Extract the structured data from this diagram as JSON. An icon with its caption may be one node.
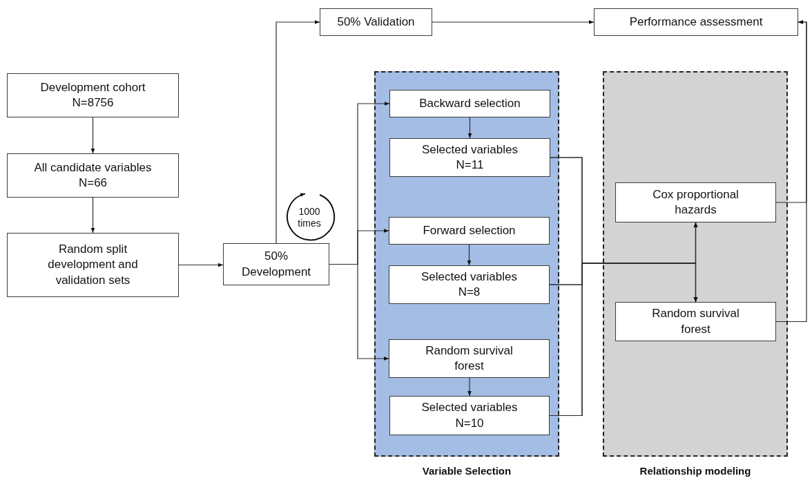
{
  "diagram": {
    "nodes": [
      {
        "text": [
          "Development cohort N=8756"
        ]
      },
      {
        "text": [
          "All candidate variables N=66"
        ]
      },
      {
        "text": [
          "Random split development and validation sets"
        ]
      },
      {
        "text": [
          "50% Development"
        ]
      },
      {
        "text": [
          "50% Validation"
        ]
      },
      {
        "text": [
          "Performance assessment"
        ]
      },
      {
        "text": [
          "Variable Selection"
        ]
      },
      {
        "text": [
          "Backward selection"
        ],
        "in": 6
      },
      {
        "text": [
          "Selected variables N=11"
        ],
        "in": 6
      },
      {
        "text": [
          "Forward selection"
        ],
        "in": 6
      },
      {
        "text": [
          "Selected variables N=8"
        ],
        "in": 6
      },
      {
        "text": [
          "Random survival forest"
        ],
        "in": 6
      },
      {
        "text": [
          "Selected variables N=10"
        ],
        "in": 6
      },
      {
        "text": [
          "Relationship modeling"
        ]
      },
      {
        "text": [
          "Cox proportional hazards"
        ],
        "in": 13
      },
      {
        "text": [
          "Random survival forest"
        ],
        "in": 13
      }
    ],
    "edges": [
      {
        "from": 0,
        "to": 1,
        "arrow": "to"
      },
      {
        "from": 1,
        "to": 2,
        "arrow": "to"
      },
      {
        "from": 2,
        "to": 3,
        "arrow": "to"
      },
      {
        "from": 3,
        "to": 4,
        "arrow": "to"
      },
      {
        "from": 4,
        "to": 5,
        "arrow": "to"
      },
      {
        "from": 3,
        "to": 7,
        "arrow": "to"
      },
      {
        "from": 3,
        "to": 9,
        "arrow": "to"
      },
      {
        "from": 3,
        "to": 11,
        "arrow": "to"
      },
      {
        "from": 7,
        "to": 8,
        "arrow": "to"
      },
      {
        "from": 9,
        "to": 10,
        "arrow": "to"
      },
      {
        "from": 11,
        "to": 12,
        "arrow": "to"
      },
      {
        "from": 8,
        "to": 14,
        "arrow": "to"
      },
      {
        "from": 8,
        "to": 15,
        "arrow": "to"
      },
      {
        "from": 10,
        "to": 14,
        "arrow": "to"
      },
      {
        "from": 10,
        "to": 15,
        "arrow": "to"
      },
      {
        "from": 12,
        "to": 14,
        "arrow": "to"
      },
      {
        "from": 12,
        "to": 15,
        "arrow": "to"
      },
      {
        "from": 14,
        "to": 5,
        "arrow": "to"
      },
      {
        "from": 15,
        "to": 5,
        "arrow": "to"
      }
    ],
    "labels": [
      "1000 times"
    ]
  }
}
